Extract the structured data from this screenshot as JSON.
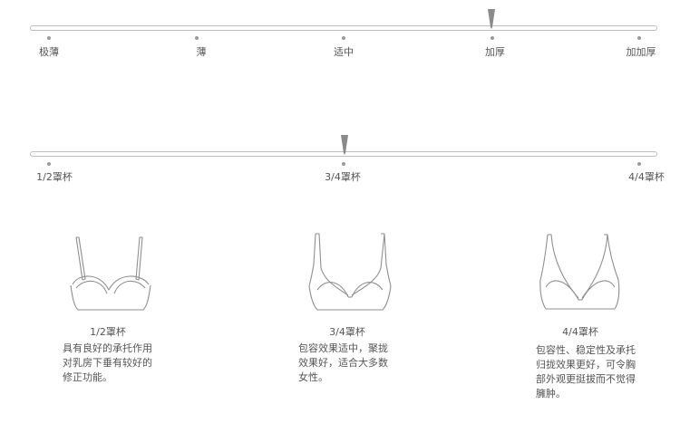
{
  "thickness_scale": {
    "labels": [
      "极薄",
      "薄",
      "适中",
      "加厚",
      "加加厚"
    ],
    "selected_index": 3
  },
  "cup_scale": {
    "labels": [
      "1/2罩杯",
      "3/4罩杯",
      "4/4罩杯"
    ],
    "selected_index": 1
  },
  "cups": [
    {
      "title": "1/2罩杯",
      "icon": "half-cup-bra-icon",
      "description": "具有良好的承托作用\n对乳房下垂有较好的\n修正功能。"
    },
    {
      "title": "3/4罩杯",
      "icon": "three-quarter-cup-bra-icon",
      "description": "包容效果适中，聚拢\n效果好，适合大多数\n女性。"
    },
    {
      "title": "4/4罩杯",
      "icon": "full-cup-bra-icon",
      "description": "包容性、稳定性及承托\n归拢效果更好，可令胸\n部外观更挺拔而不觉得\n臃肿。"
    }
  ],
  "colors": {
    "track_border": "#bdbdbd",
    "dot": "#9a9a9a",
    "pointer": "#8a8a8a",
    "text": "#555555"
  }
}
